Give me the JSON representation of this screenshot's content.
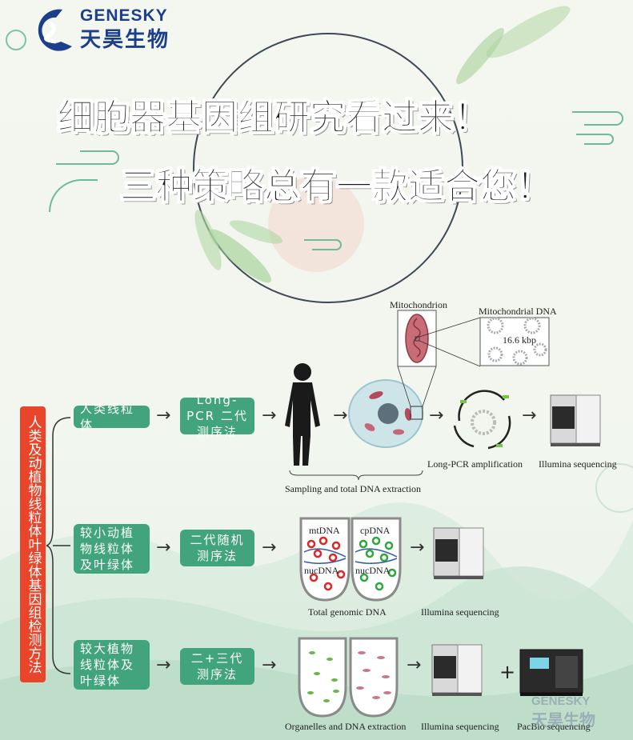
{
  "brand": {
    "name_en": "GENESKY",
    "name_cn": "天昊生物"
  },
  "headline": {
    "line1": "细胞器基因组研究看过来！",
    "line2": "三种策略总有一款适合您！"
  },
  "side_label": "人类及动植物线粒体叶绿体基因组检测方法",
  "rows": [
    {
      "category": "人类线粒体",
      "method": "Long-PCR 二代测序法",
      "captions": {
        "sampling": "Sampling and total DNA extraction",
        "amplification": "Long-PCR amplification",
        "sequencing": "Illumina sequencing",
        "mitochondrion": "Mitochondrion",
        "mito_dna": "Mitochondrial DNA",
        "mito_size": "16.6 kbp"
      }
    },
    {
      "category": "较小动植物线粒体及叶绿体",
      "method": "二代随机测序法",
      "captions": {
        "mtdna": "mtDNA",
        "cpdna": "cpDNA",
        "nucdna_left": "nucDNA",
        "nucdna_right": "nucDNA",
        "total": "Total  genomic DNA",
        "sequencing": "Illumina sequencing"
      }
    },
    {
      "category": "较大植物线粒体及叶绿体",
      "method": "二+三代测序法",
      "captions": {
        "organelles": "Organelles and DNA extraction",
        "sequencing": "Illumina sequencing",
        "pacbio": "PacBio sequencing",
        "plus": "+"
      }
    }
  ],
  "arrow_glyph": "→",
  "colors": {
    "accent_red": "#e8452a",
    "box_green": "#41a47c",
    "brand_blue": "#1c3f8c"
  }
}
